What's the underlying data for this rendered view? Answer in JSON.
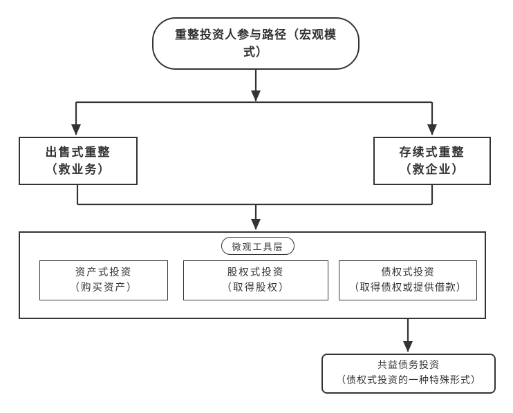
{
  "colors": {
    "stroke": "#333333",
    "text": "#333333",
    "background": "#ffffff"
  },
  "diagram": {
    "root": {
      "label": "重整投资人参与路径（宏观模式）"
    },
    "branches": [
      {
        "title": "出售式重整",
        "subtitle": "（救业务）"
      },
      {
        "title": "存续式重整",
        "subtitle": "（救企业）"
      }
    ],
    "tool_layer": {
      "label": "微观工具层",
      "tools": [
        {
          "title": "资产式投资",
          "subtitle": "（购买资产）"
        },
        {
          "title": "股权式投资",
          "subtitle": "（取得股权）"
        },
        {
          "title": "债权式投资",
          "subtitle": "（取得债权或提供借款）"
        }
      ]
    },
    "special": {
      "title": "共益债务投资",
      "subtitle": "（债权式投资的一种特殊形式）"
    }
  }
}
